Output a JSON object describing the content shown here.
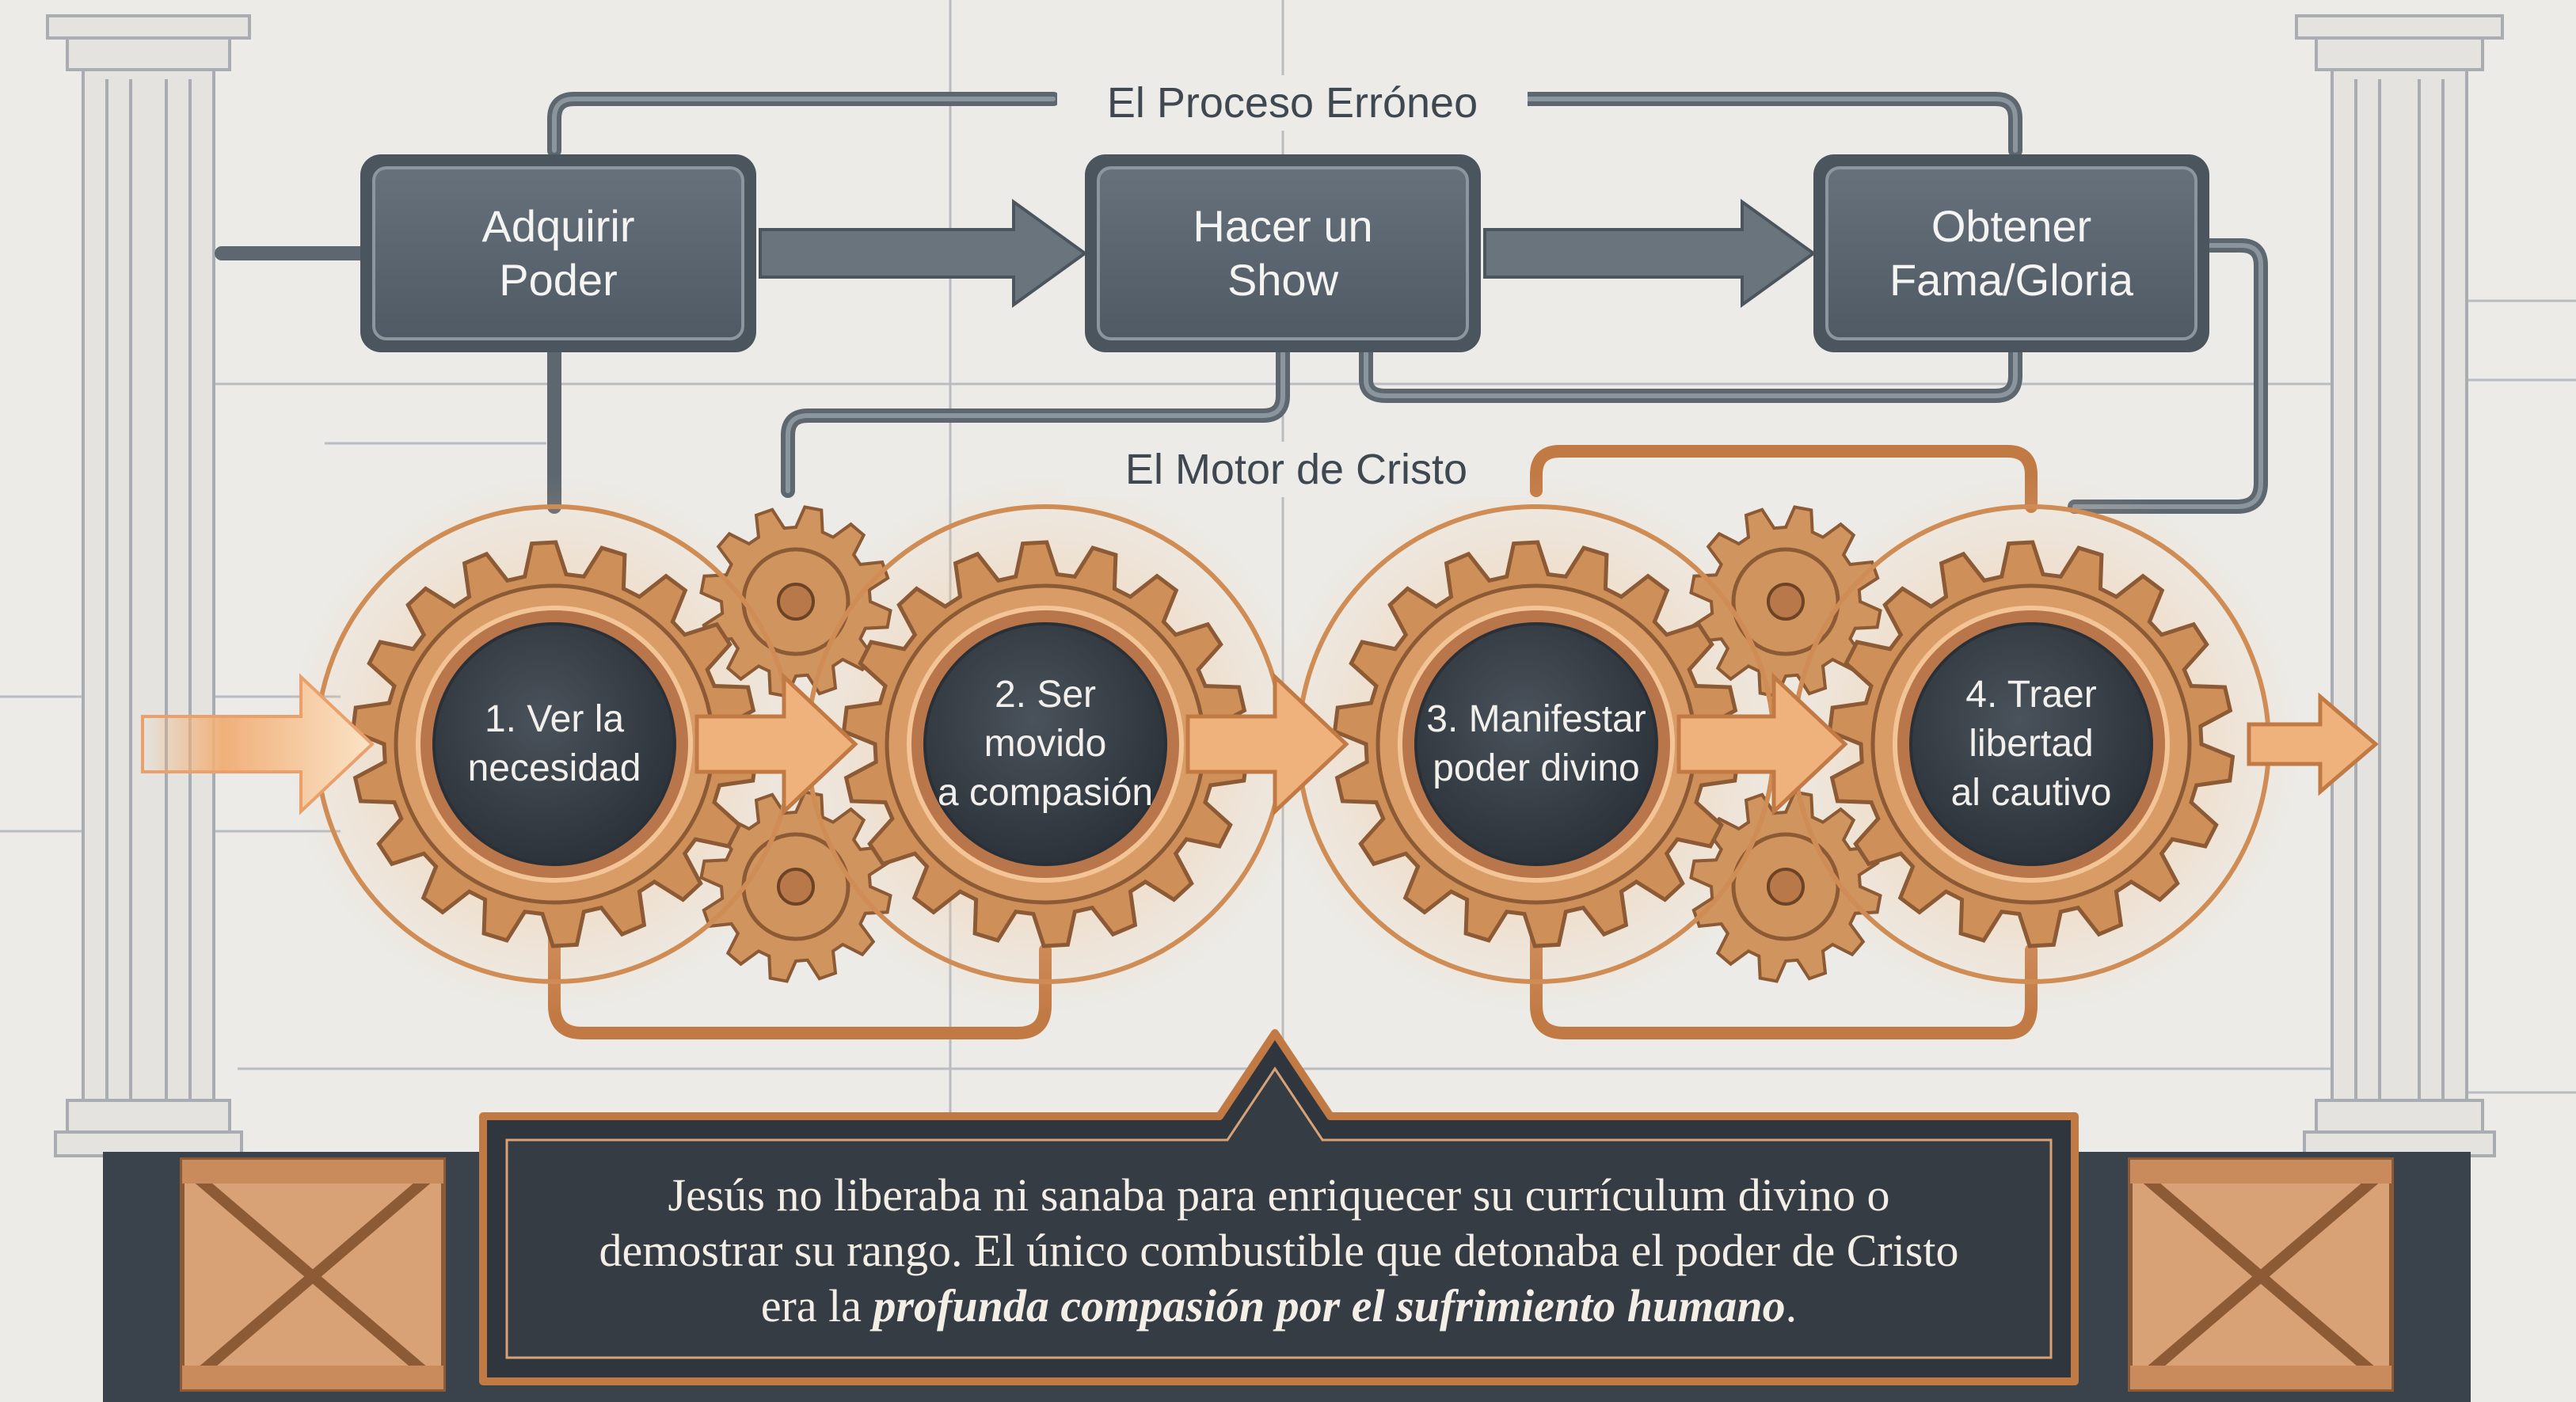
{
  "wrong_process": {
    "title": "El Proceso Erróneo",
    "steps": [
      {
        "label": "Adquirir\nPoder"
      },
      {
        "label": "Hacer un\nShow"
      },
      {
        "label": "Obtener\nFama/Gloria"
      }
    ]
  },
  "christ_engine": {
    "title": "El Motor de Cristo",
    "steps": [
      {
        "label": "1. Ver la\nnecesidad"
      },
      {
        "label": "2. Ser movido\na compasión"
      },
      {
        "label": "3. Manifestar\npoder divino"
      },
      {
        "label": "4. Traer\nlibertad\nal cautivo"
      }
    ]
  },
  "banner": {
    "line1": "Jesús no liberaba ni sanaba para enriquecer su currículum divino o",
    "line2": "demostrar su rango. El único combustible que detonaba el poder de Cristo",
    "line3_prefix": "era la",
    "line3_emphasis": "profunda compasión por el sufrimiento humano",
    "line3_suffix": "."
  },
  "colors": {
    "background": "#ecebe7",
    "slate_box": "#5b6670",
    "copper": "#c9854e",
    "glow": "#f6c79a",
    "dark_panel": "#363d45"
  }
}
